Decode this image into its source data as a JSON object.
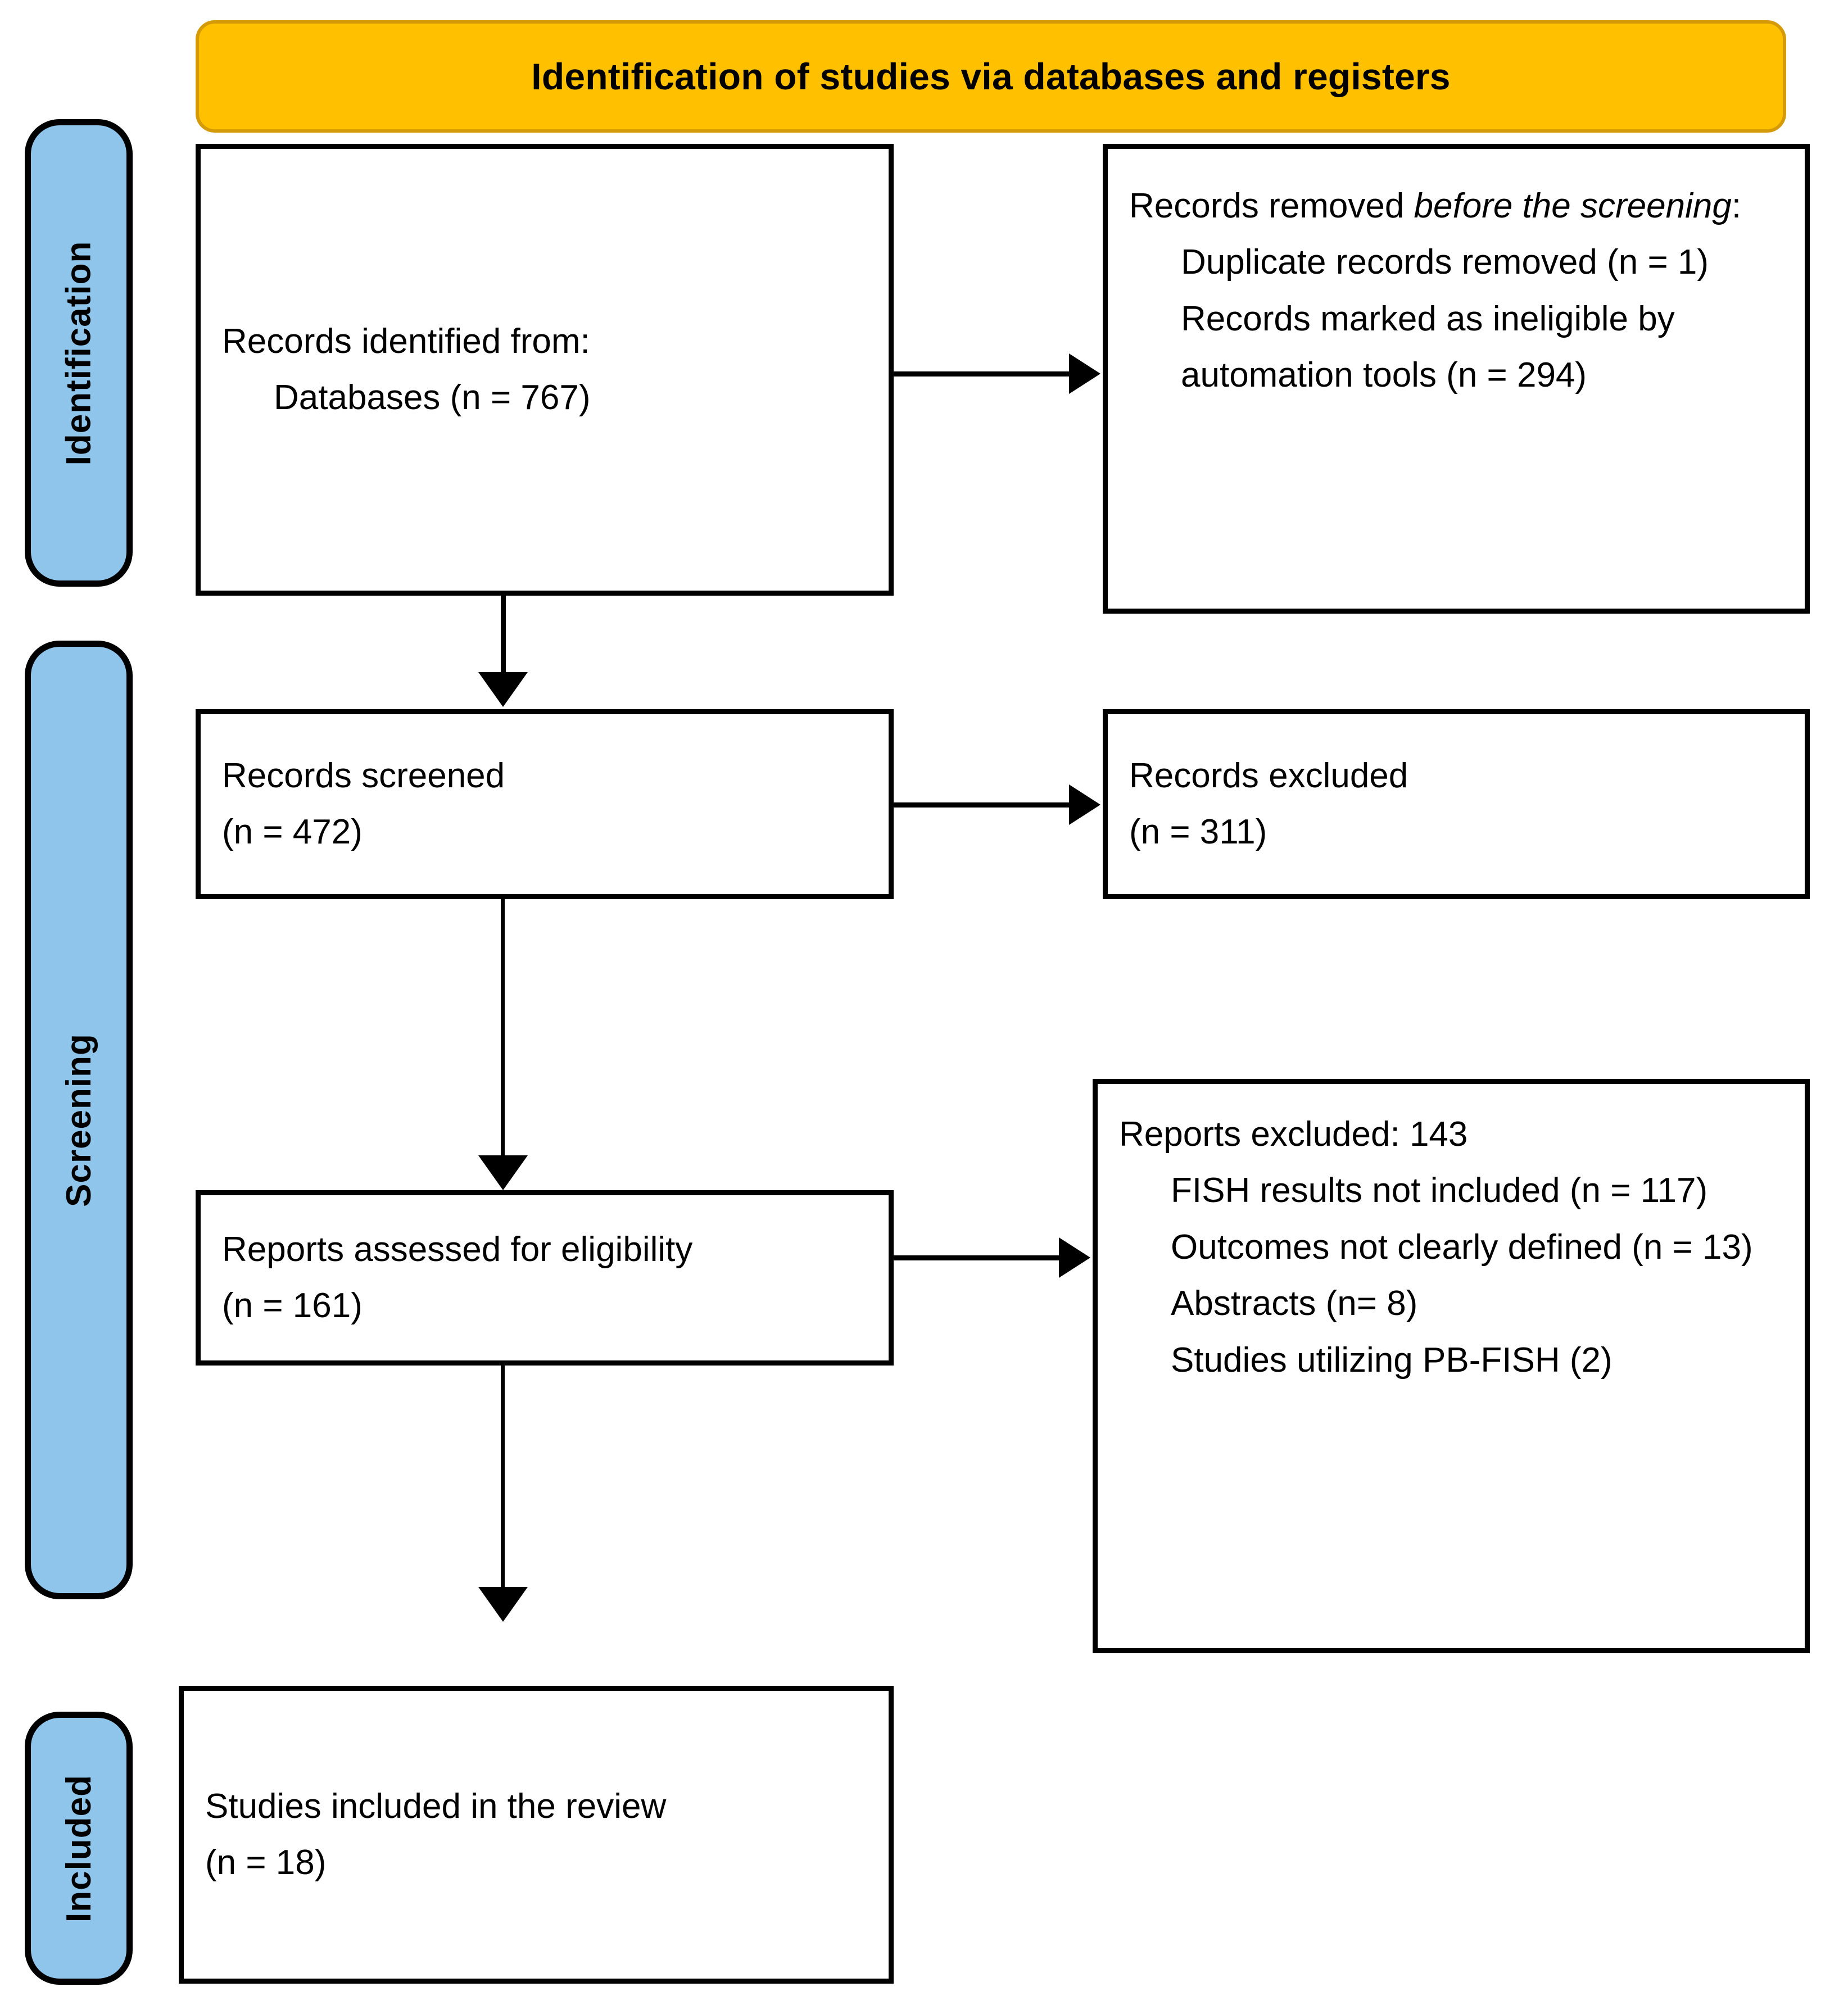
{
  "diagram": {
    "type": "prisma-flow-diagram",
    "banner": {
      "title": "Identification of studies via databases and registers",
      "color": "#FFC000",
      "border_color": "#D59A07"
    },
    "stage_labels": {
      "color": "#8FC5EA",
      "identification": "Identification",
      "screening": "Screening",
      "included": "Included"
    },
    "boxes": {
      "records_identified": {
        "line1": "Records identified from:",
        "line2": "Databases (n = 767)"
      },
      "records_removed": {
        "line1_a": "Records removed ",
        "line1_b": "before the screening",
        "line1_c": ":",
        "line2": "Duplicate records removed (n = 1)",
        "line3": "Records marked as ineligible by automation tools (n = 294)"
      },
      "records_screened": {
        "line1": "Records screened",
        "line2": "(n = 472)"
      },
      "records_excluded": {
        "line1": "Records excluded",
        "line2": "(n = 311)"
      },
      "reports_assessed": {
        "line1": "Reports assessed for eligibility",
        "line2": "(n = 161)"
      },
      "reports_excluded": {
        "line1": "Reports excluded: 143",
        "line2": "FISH results not included (n = 117)",
        "line3": "Outcomes not clearly defined (n = 13)",
        "line4": "Abstracts (n= 8)",
        "line5": "Studies utilizing PB-FISH (2)"
      },
      "studies_included": {
        "line1": "Studies included in the review",
        "line2": "(n = 18)"
      }
    }
  },
  "chart_data": {
    "type": "diagram",
    "title": "Identification of studies via databases and registers",
    "nodes": [
      {
        "id": "records_identified",
        "stage": "Identification",
        "label": "Records identified from: Databases",
        "n": 767
      },
      {
        "id": "duplicates_removed",
        "stage": "Identification",
        "label": "Duplicate records removed",
        "n": 1
      },
      {
        "id": "ineligible_automation",
        "stage": "Identification",
        "label": "Records marked as ineligible by automation tools",
        "n": 294
      },
      {
        "id": "records_screened",
        "stage": "Screening",
        "label": "Records screened",
        "n": 472
      },
      {
        "id": "records_excluded",
        "stage": "Screening",
        "label": "Records excluded",
        "n": 311
      },
      {
        "id": "reports_assessed",
        "stage": "Screening",
        "label": "Reports assessed for eligibility",
        "n": 161
      },
      {
        "id": "reports_excluded",
        "stage": "Screening",
        "label": "Reports excluded",
        "n": 143
      },
      {
        "id": "fish_not_included",
        "stage": "Screening",
        "label": "FISH results not included",
        "n": 117
      },
      {
        "id": "outcomes_not_defined",
        "stage": "Screening",
        "label": "Outcomes not clearly defined",
        "n": 13
      },
      {
        "id": "abstracts",
        "stage": "Screening",
        "label": "Abstracts",
        "n": 8
      },
      {
        "id": "pb_fish",
        "stage": "Screening",
        "label": "Studies utilizing PB-FISH",
        "n": 2
      },
      {
        "id": "studies_included",
        "stage": "Included",
        "label": "Studies included in the review",
        "n": 18
      }
    ],
    "edges": [
      {
        "from": "records_identified",
        "to": "records_removed_box"
      },
      {
        "from": "records_identified",
        "to": "records_screened"
      },
      {
        "from": "records_screened",
        "to": "records_excluded"
      },
      {
        "from": "records_screened",
        "to": "reports_assessed"
      },
      {
        "from": "reports_assessed",
        "to": "reports_excluded"
      },
      {
        "from": "reports_assessed",
        "to": "studies_included"
      }
    ]
  }
}
